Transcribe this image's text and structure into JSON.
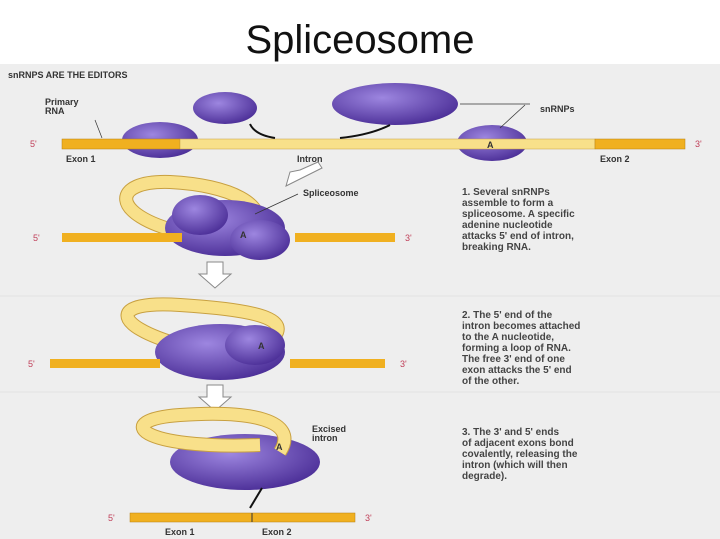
{
  "title": "Spliceosome",
  "header": "snRNPS ARE THE EDITORS",
  "labels": {
    "primary_rna": [
      "Primary",
      "RNA"
    ],
    "snrnps": "snRNPs",
    "exon1": "Exon 1",
    "intron": "Intron",
    "exon2": "Exon 2",
    "spliceosome": "Spliceosome",
    "excised_intron": [
      "Excised",
      "intron"
    ],
    "adenine": "A",
    "five_prime": "5'",
    "three_prime": "3'"
  },
  "steps": [
    [
      "1. Several snRNPs",
      "assemble to form a",
      "spliceosome. A specific",
      "adenine nucleotide",
      "attacks 5' end of intron,",
      "breaking RNA."
    ],
    [
      "2. The 5' end of the",
      "intron becomes attached",
      "to the A nucleotide,",
      "forming a loop of RNA.",
      "The free 3' end of one",
      "exon attacks the 5' end",
      "of the other."
    ],
    [
      "3. The 3' and 5' ends",
      "of adjacent exons bond",
      "covalently, releasing the",
      "intron (which will then",
      "degrade)."
    ]
  ],
  "colors": {
    "exon": "#f0b020",
    "intron": "#f8e08a",
    "snrnp": "#6a4ab0",
    "background": "#eeeeee"
  }
}
